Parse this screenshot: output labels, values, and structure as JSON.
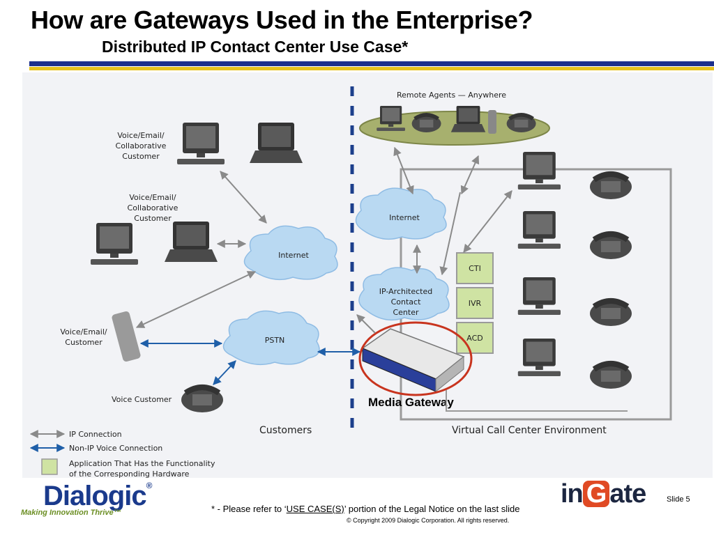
{
  "slide": {
    "title": "How are Gateways Used in the Enterprise?",
    "subtitle": "Distributed IP Contact Center Use Case*",
    "footer_prefix": "* - Please refer to ‘",
    "footer_link": "USE CASE(S)",
    "footer_suffix": "’ portion of the Legal Notice on the last slide",
    "copyright": "© Copyright 2009 Dialogic Corporation.  All rights reserved.",
    "slide_number": "Slide 5"
  },
  "logos": {
    "dialogic_name": "Dialogic",
    "dialogic_trademark": "®",
    "dialogic_tagline": "Making Innovation Thrive™",
    "ingate_prefix": "in",
    "ingate_letter": "G",
    "ingate_suffix": "ate"
  },
  "diagram": {
    "remote_agents": "Remote Agents — Anywhere",
    "customer_1": [
      "Voice/Email/",
      "Collaborative",
      "Customer"
    ],
    "customer_2": [
      "Voice/Email/",
      "Collaborative",
      "Customer"
    ],
    "customer_3": [
      "Voice/Email/",
      "Customer"
    ],
    "voice_customer": "Voice Customer",
    "internet_left": "Internet",
    "internet_right": "Internet",
    "pstn": "PSTN",
    "ip_contact_center": [
      "IP-Architected",
      "Contact",
      "Center"
    ],
    "apps": [
      "CTI",
      "IVR",
      "ACD"
    ],
    "media_gateway": "Media Gateway",
    "customers_zone": "Customers",
    "virtual_zone": "Virtual Call Center Environment"
  },
  "legend": {
    "ip_connection": "IP Connection",
    "non_ip_connection": "Non-IP Voice Connection",
    "application_line1": "Application That Has the Functionality",
    "application_line2": "of the Corresponding Hardware"
  },
  "colors": {
    "title_rule": "#1c2f8c",
    "accent_rule": "#e6c21e",
    "cloud_fill": "#b9d9f2",
    "app_fill": "#cfe3a3",
    "ip_arrow": "#8a8a8a",
    "non_ip_arrow": "#1f5fa8",
    "gateway_highlight": "#c8341e",
    "divider": "#1c3f8c"
  }
}
